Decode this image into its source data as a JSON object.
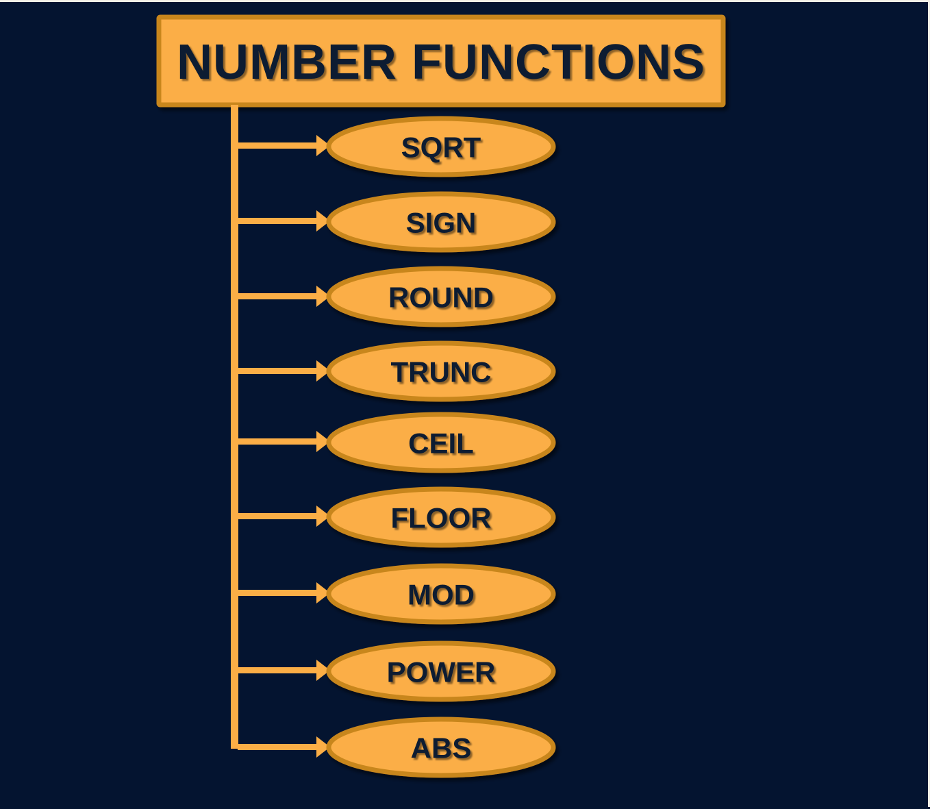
{
  "diagram": {
    "type": "tree-hierarchy",
    "title": {
      "text": "NUMBER FUNCTIONS",
      "shape": "rectangle",
      "fill": "#FBAE46",
      "border": "#C8861E",
      "text_color": "#0B1B33"
    },
    "background_color": "#041430",
    "connector_color": "#FBAE46",
    "node_shape": "ellipse",
    "node_fill": "#FBAE46",
    "node_border": "#C8861E",
    "node_text_color": "#0B1B33",
    "node_count": "9",
    "nodes": [
      {
        "label": "SQRT"
      },
      {
        "label": "SIGN"
      },
      {
        "label": "ROUND"
      },
      {
        "label": "TRUNC"
      },
      {
        "label": "CEIL"
      },
      {
        "label": "FLOOR"
      },
      {
        "label": "MOD"
      },
      {
        "label": "POWER"
      },
      {
        "label": "ABS"
      }
    ]
  }
}
